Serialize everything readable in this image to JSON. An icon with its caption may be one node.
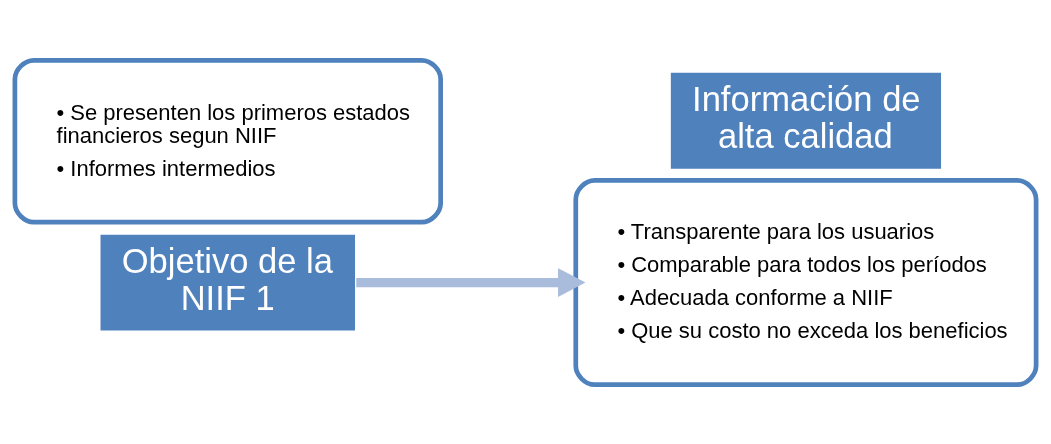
{
  "diagram": {
    "nodes": [
      {
        "text": [
          "• Se presenten los primeros estados financieros segun NIIF",
          "• Informes intermedios"
        ]
      },
      {
        "text": [
          "Objetivo de la NIIF 1"
        ]
      },
      {
        "text": [
          "• Transparente para los usuarios",
          "• Comparable para todos los períodos",
          "• Adecuada conforme a NIIF",
          "• Que su costo no exceda los beneficios"
        ]
      },
      {
        "text": [
          "Información de alta calidad"
        ]
      }
    ],
    "edges": [
      {
        "from": 1,
        "to": 2,
        "arrow": "to",
        "color": "#a9bcdc"
      }
    ]
  }
}
